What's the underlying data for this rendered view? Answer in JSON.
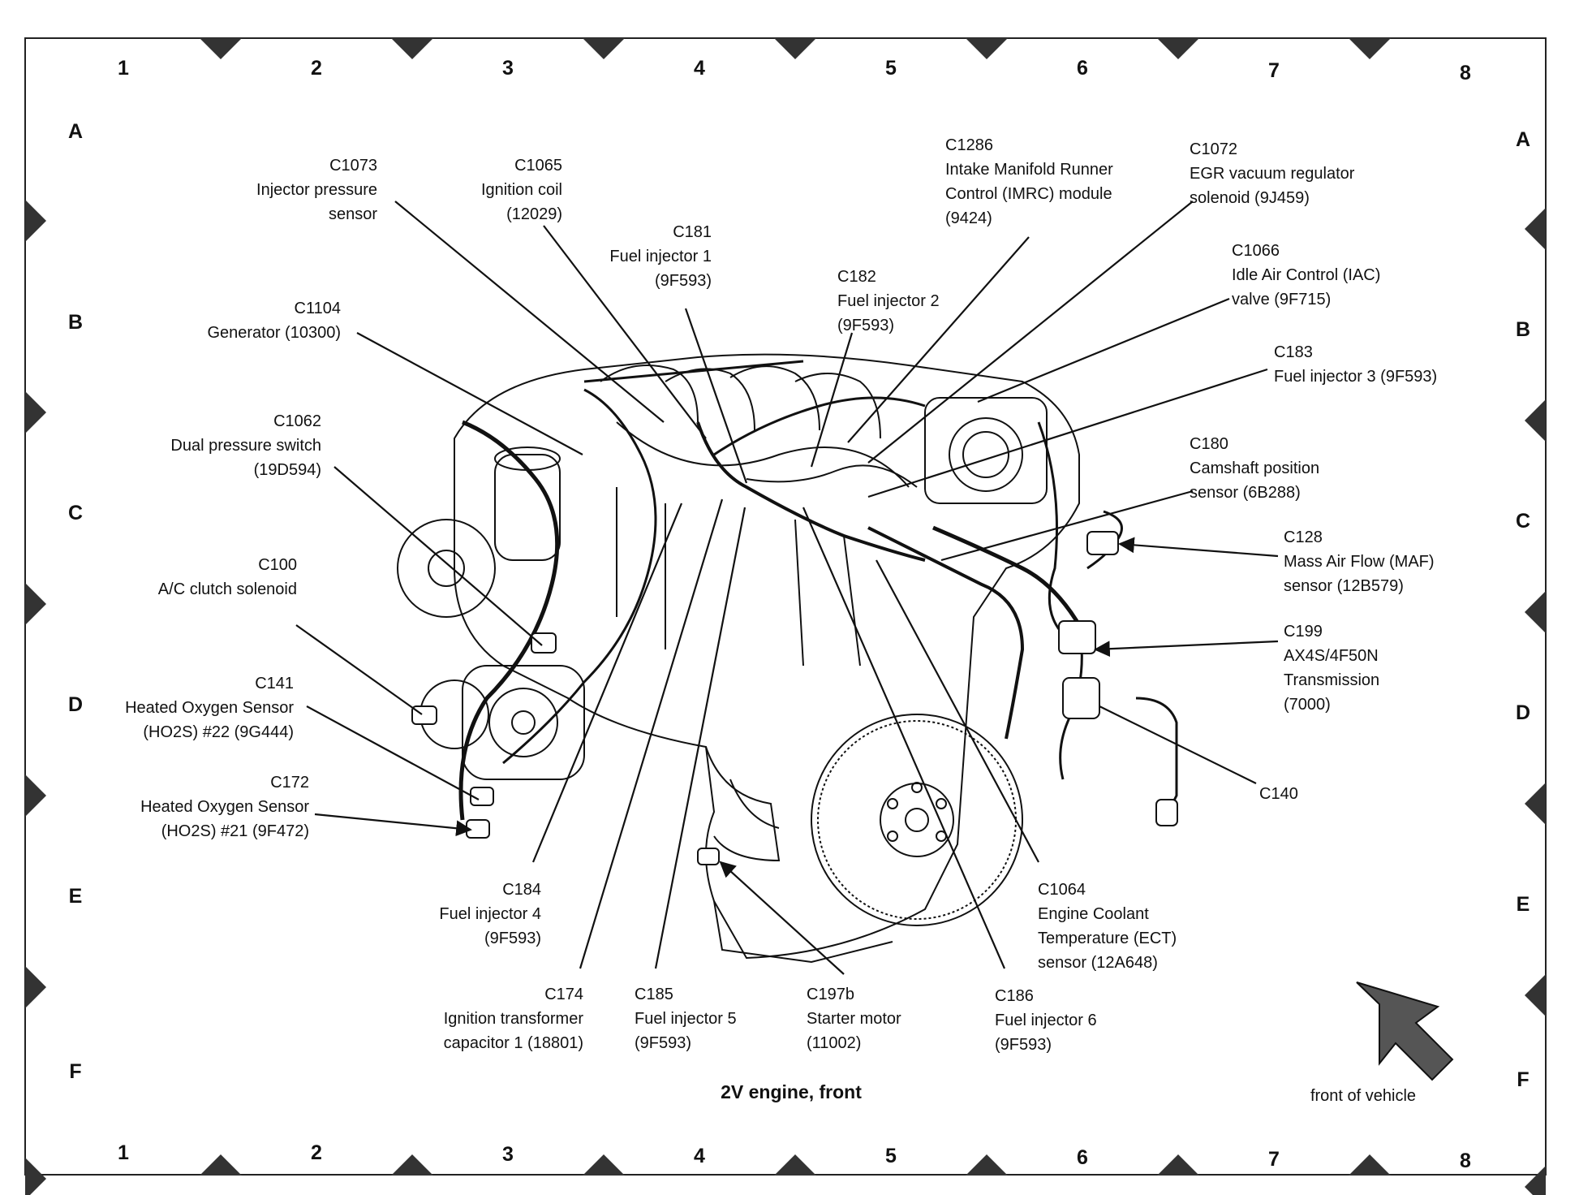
{
  "title": "2V engine, front",
  "front_label": "front of vehicle",
  "grid": {
    "columns": [
      "1",
      "2",
      "3",
      "4",
      "5",
      "6",
      "7",
      "8"
    ],
    "rows": [
      "A",
      "B",
      "C",
      "D",
      "E",
      "F"
    ]
  },
  "callouts": [
    {
      "id": "c1073",
      "lines": [
        "C1073",
        "Injector pressure",
        "sensor"
      ]
    },
    {
      "id": "c1065",
      "lines": [
        "C1065",
        "Ignition coil",
        "(12029)"
      ]
    },
    {
      "id": "c181",
      "lines": [
        "C181",
        "Fuel injector 1",
        "(9F593)"
      ]
    },
    {
      "id": "c1286",
      "lines": [
        "C1286",
        "Intake Manifold Runner",
        "Control (IMRC) module",
        "(9424)"
      ]
    },
    {
      "id": "c1072",
      "lines": [
        "C1072",
        "EGR vacuum regulator",
        "solenoid (9J459)"
      ]
    },
    {
      "id": "c182",
      "lines": [
        "C182",
        "Fuel injector 2",
        "(9F593)"
      ]
    },
    {
      "id": "c1066",
      "lines": [
        "C1066",
        "Idle Air Control (IAC)",
        "valve (9F715)"
      ]
    },
    {
      "id": "c1104",
      "lines": [
        "C1104",
        "Generator (10300)"
      ]
    },
    {
      "id": "c183",
      "lines": [
        "C183",
        "Fuel injector 3 (9F593)"
      ]
    },
    {
      "id": "c1062",
      "lines": [
        "C1062",
        "Dual pressure switch",
        "(19D594)"
      ]
    },
    {
      "id": "c180",
      "lines": [
        "C180",
        "Camshaft position",
        "sensor (6B288)"
      ]
    },
    {
      "id": "c128",
      "lines": [
        "C128",
        "Mass Air Flow (MAF)",
        "sensor (12B579)"
      ]
    },
    {
      "id": "c100",
      "lines": [
        "C100",
        "A/C clutch solenoid"
      ]
    },
    {
      "id": "c199",
      "lines": [
        "C199",
        "AX4S/4F50N",
        "Transmission",
        "(7000)"
      ]
    },
    {
      "id": "c141",
      "lines": [
        "C141",
        "Heated Oxygen Sensor",
        "(HO2S) #22 (9G444)"
      ]
    },
    {
      "id": "c172",
      "lines": [
        "C172",
        "Heated Oxygen Sensor",
        "(HO2S) #21 (9F472)"
      ]
    },
    {
      "id": "c140",
      "lines": [
        "C140"
      ]
    },
    {
      "id": "c184",
      "lines": [
        "C184",
        "Fuel injector 4",
        "(9F593)"
      ]
    },
    {
      "id": "c1064",
      "lines": [
        "C1064",
        "Engine Coolant",
        "Temperature (ECT)",
        "sensor (12A648)"
      ]
    },
    {
      "id": "c174",
      "lines": [
        "C174",
        "Ignition transformer",
        "capacitor 1 (18801)"
      ]
    },
    {
      "id": "c185",
      "lines": [
        "C185",
        "Fuel injector 5",
        "(9F593)"
      ]
    },
    {
      "id": "c197b",
      "lines": [
        "C197b",
        "Starter motor",
        "(11002)"
      ]
    },
    {
      "id": "c186",
      "lines": [
        "C186",
        "Fuel injector 6",
        "(9F593)"
      ]
    }
  ]
}
